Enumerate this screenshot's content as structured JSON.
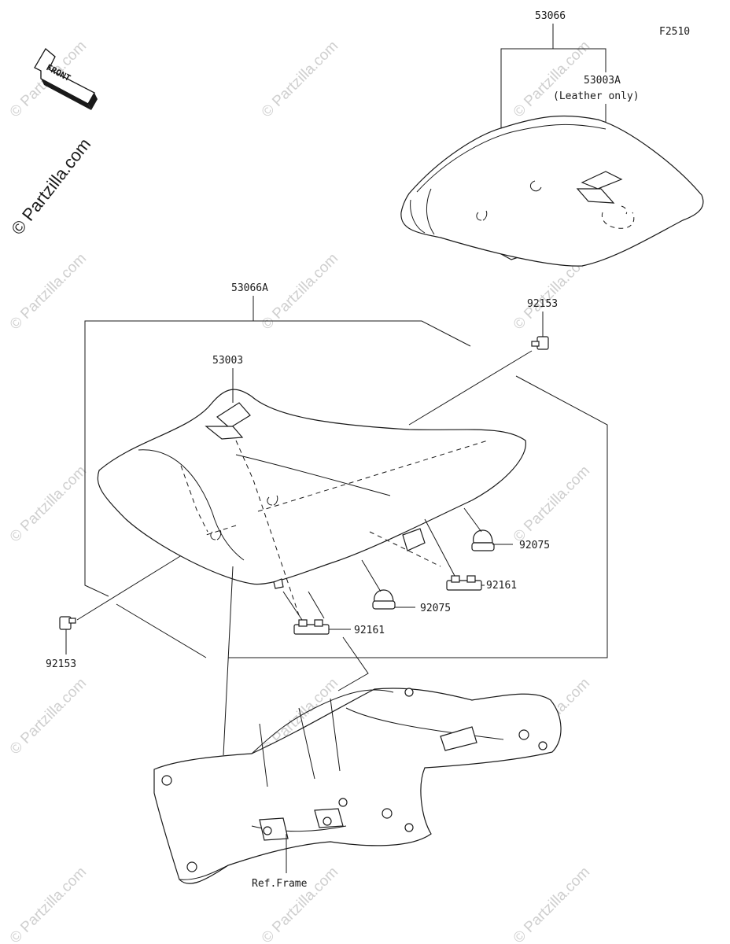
{
  "figure_code": "F2510",
  "front_label": "FRONT",
  "watermark_text": "© Partzilla.com",
  "parts": {
    "seat_assy_leather": "53066",
    "seat_cover_leather": "53003A",
    "seat_cover_leather_note": "(Leather only)",
    "seat_assy": "53066A",
    "seat_cover": "53003",
    "bolt_right": "92153",
    "bolt_left": "92153",
    "damper_right": "92075",
    "damper_center": "92075",
    "clip_right": "92161",
    "clip_center": "92161"
  },
  "ref_frame": "Ref.Frame"
}
